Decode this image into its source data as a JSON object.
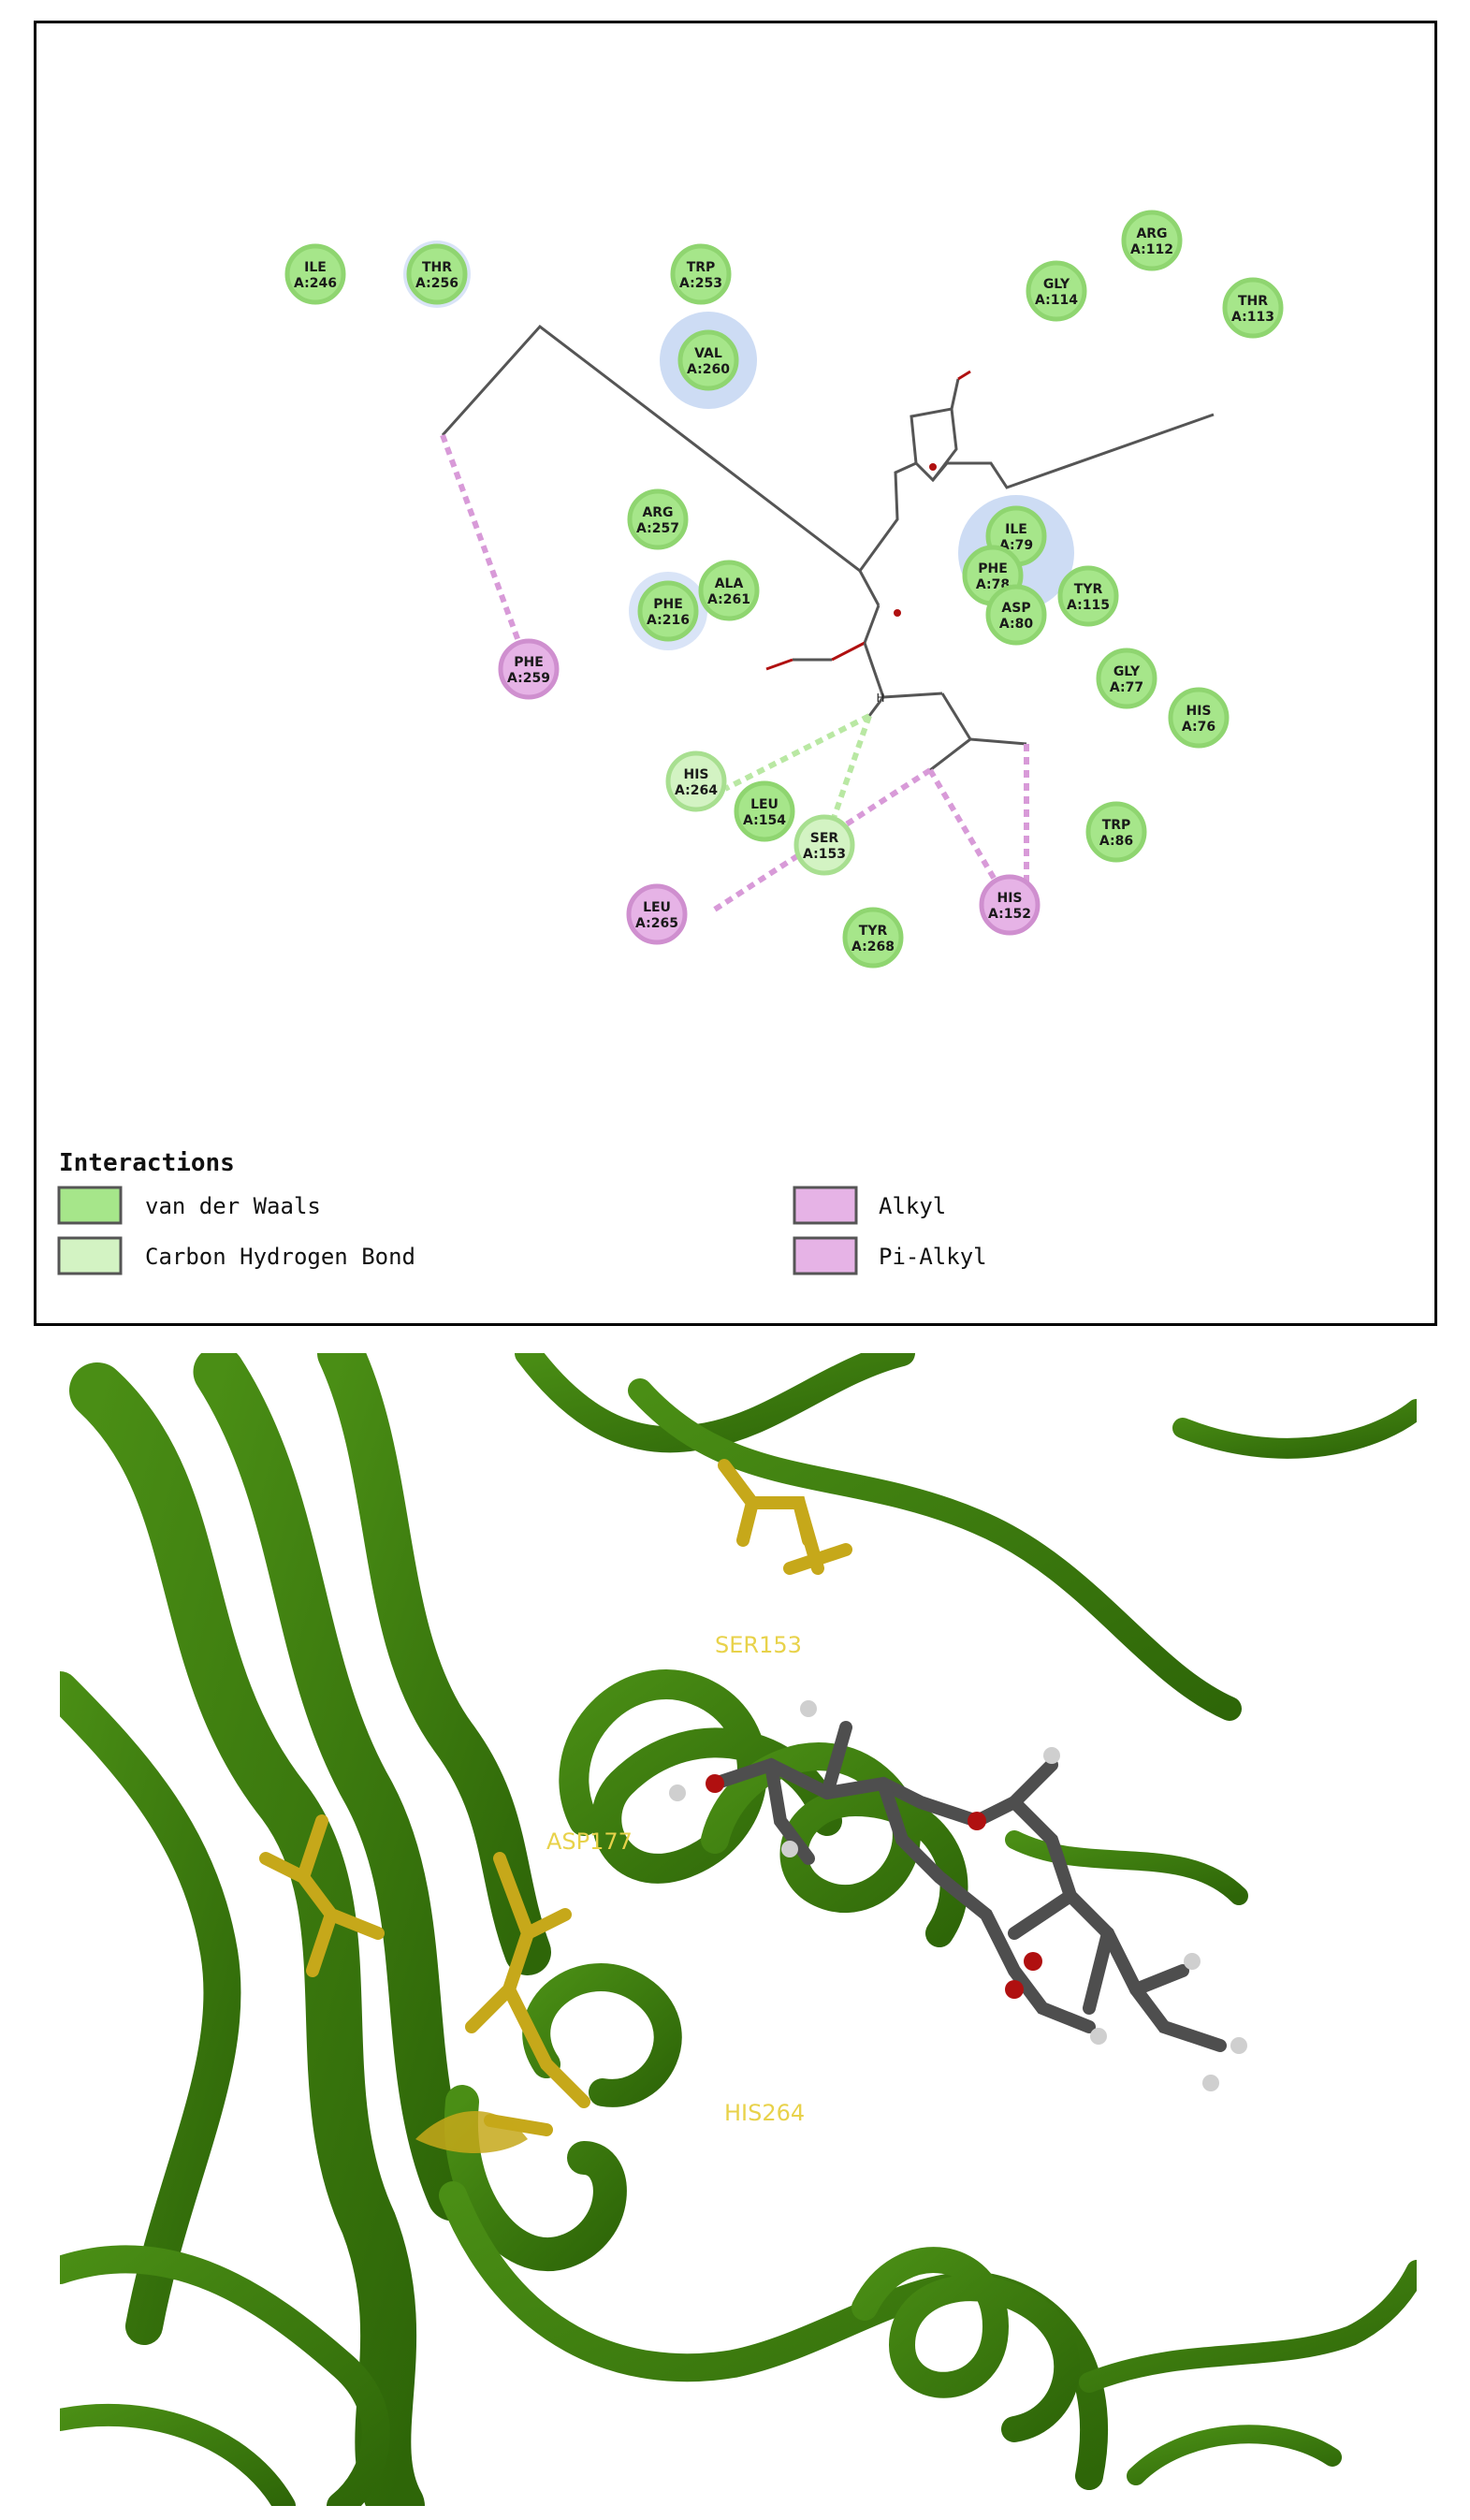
{
  "legend": {
    "title": "Interactions",
    "items": [
      {
        "label": "van der Waals",
        "color": "#a6e68a"
      },
      {
        "label": "Carbon Hydrogen Bond",
        "color": "#d3f3c3"
      },
      {
        "label": "Alkyl",
        "color": "#e6b3e6"
      },
      {
        "label": "Pi-Alkyl",
        "color": "#e6b3e6"
      }
    ]
  },
  "residues": [
    {
      "name": "ILE",
      "id": "A:246",
      "type": "vdw"
    },
    {
      "name": "THR",
      "id": "A:256",
      "type": "vdw"
    },
    {
      "name": "TRP",
      "id": "A:253",
      "type": "vdw"
    },
    {
      "name": "VAL",
      "id": "A:260",
      "type": "vdw"
    },
    {
      "name": "GLY",
      "id": "A:114",
      "type": "vdw"
    },
    {
      "name": "ARG",
      "id": "A:112",
      "type": "vdw"
    },
    {
      "name": "THR",
      "id": "A:113",
      "type": "vdw"
    },
    {
      "name": "ARG",
      "id": "A:257",
      "type": "vdw"
    },
    {
      "name": "ALA",
      "id": "A:261",
      "type": "vdw"
    },
    {
      "name": "PHE",
      "id": "A:216",
      "type": "vdw"
    },
    {
      "name": "ILE",
      "id": "A:79",
      "type": "vdw"
    },
    {
      "name": "PHE",
      "id": "A:78",
      "type": "vdw"
    },
    {
      "name": "ASP",
      "id": "A:80",
      "type": "vdw"
    },
    {
      "name": "TYR",
      "id": "A:115",
      "type": "vdw"
    },
    {
      "name": "GLY",
      "id": "A:77",
      "type": "vdw"
    },
    {
      "name": "HIS",
      "id": "A:76",
      "type": "vdw"
    },
    {
      "name": "PHE",
      "id": "A:259",
      "type": "alkyl"
    },
    {
      "name": "HIS",
      "id": "A:264",
      "type": "chb"
    },
    {
      "name": "LEU",
      "id": "A:154",
      "type": "vdw"
    },
    {
      "name": "SER",
      "id": "A:153",
      "type": "chb"
    },
    {
      "name": "LEU",
      "id": "A:265",
      "type": "alkyl"
    },
    {
      "name": "TYR",
      "id": "A:268",
      "type": "vdw"
    },
    {
      "name": "HIS",
      "id": "A:152",
      "type": "alkyl"
    },
    {
      "name": "TRP",
      "id": "A:86",
      "type": "vdw"
    }
  ],
  "atoms": {
    "h": "H",
    "o": "O"
  },
  "protein_labels": [
    "SER153",
    "ASP177",
    "HIS264"
  ],
  "colors": {
    "vdw": "#a6e68a",
    "chb": "#d3f3c3",
    "alkyl": "#e6b3e6",
    "ribbon": "#3f7e10",
    "residue3d": "#c6a81a",
    "ligand": "#555555"
  }
}
